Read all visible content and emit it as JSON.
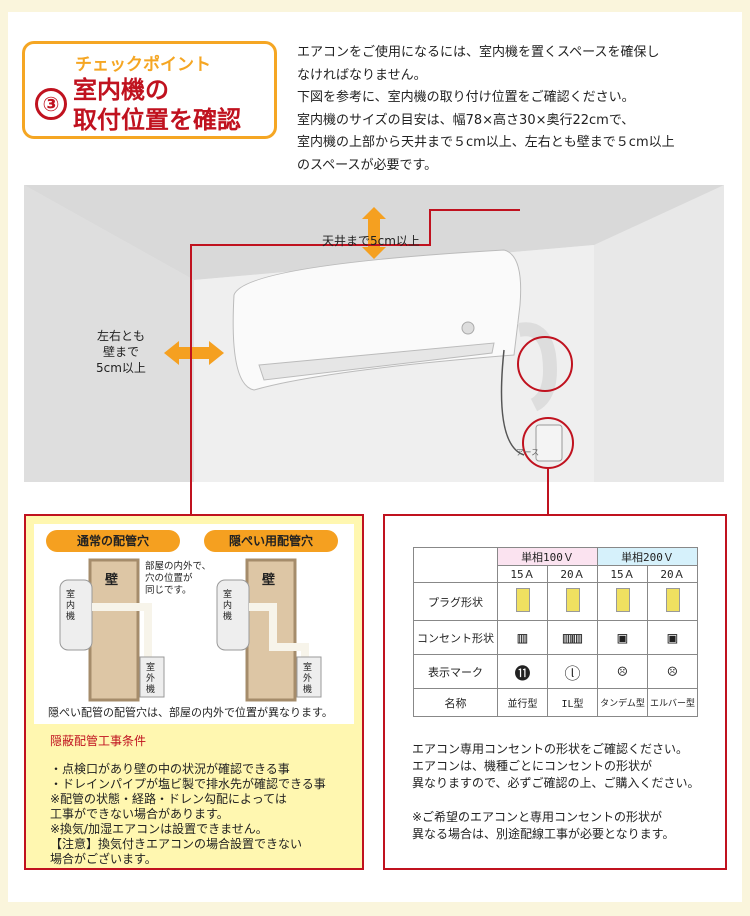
{
  "badge": {
    "sub": "チェックポイント",
    "num": "③",
    "title1": "室内機の",
    "title2": "取付位置を確認"
  },
  "intro": [
    "エアコンをご使用になるには、室内機を置くスペースを確保し",
    "なければなりません。",
    "下図を参考に、室内機の取り付け位置をご確認ください。",
    "室内機のサイズの目安は、幅78×高さ30×奥行22cmで、",
    "室内機の上部から天井まで５cm以上、左右とも壁まで５cm以上",
    "のスペースが必要です。"
  ],
  "illustration": {
    "ceiling_label": "天井まで5cm以上",
    "side_label": [
      "左右とも",
      "壁まで",
      "5cm以上"
    ],
    "outlet_label": "アース"
  },
  "piping": {
    "normal_title": "通常の配管穴",
    "hidden_title": "隠ぺい用配管穴",
    "wall": "壁",
    "indoor": "室内機",
    "outdoor": "室外機",
    "same_note": [
      "部屋の内外で、",
      "穴の位置が",
      "同じです。"
    ],
    "caption": "隠ぺい配管の配管穴は、部屋の内外で位置が異なります。",
    "cond_title": "隠蔽配管工事条件",
    "cond_lines": [
      "・点検口があり壁の中の状況が確認できる事",
      "・ドレインパイプが塩ビ製で排水先が確認できる事",
      "※配管の状態・経路・ドレン勾配によっては",
      "工事ができない場合があります。",
      "※換気/加湿エアコンは設置できません。",
      "【注意】換気付きエアコンの場合設置できない",
      "場合がございます。"
    ]
  },
  "outlet_table": {
    "groups": [
      "単相100Ｖ",
      "単相200Ｖ"
    ],
    "amps": [
      "15Ａ",
      "20Ａ",
      "15Ａ",
      "20Ａ"
    ],
    "rows": [
      "プラグ形状",
      "コンセント形状",
      "表示マーク",
      "名称"
    ],
    "names": [
      "並行型",
      "IL型",
      "タンデム型",
      "エルバー型"
    ]
  },
  "note": [
    "エアコン専用コンセントの形状をご確認ください。",
    "エアコンは、機種ごとにコンセントの形状が",
    "異なりますので、必ずご確認の上、ご購入ください。",
    "",
    "※ご希望のエアコンと専用コンセントの形状が",
    "異なる場合は、別途配線工事が必要となります。"
  ],
  "colors": {
    "accent": "#f5a623",
    "red": "#c0121f",
    "pink": "#fbe3f0",
    "blue": "#d6f1fb"
  }
}
